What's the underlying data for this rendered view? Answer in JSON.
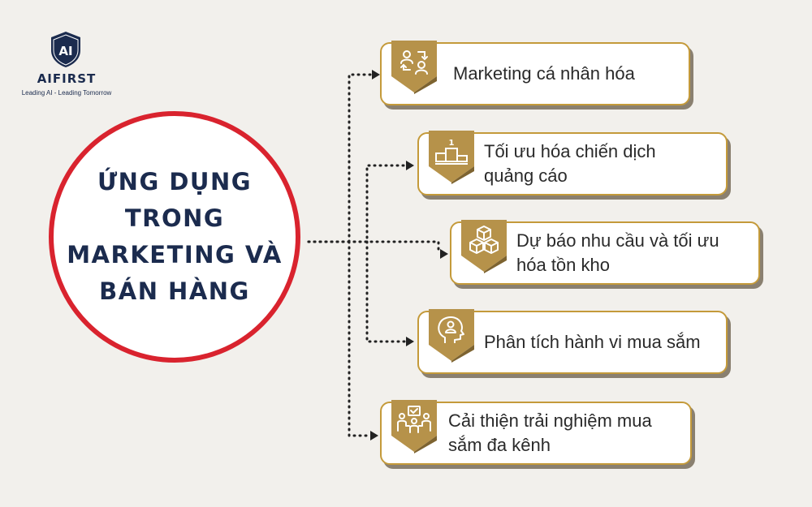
{
  "brand": {
    "name": "AIFIRST",
    "mark": "AI",
    "tagline": "Leading AI - Leading Tomorrow",
    "color": "#1b2b4e"
  },
  "hub": {
    "title": "ỨNG DỤNG\nTRONG\nMARKETING VÀ\nBÁN HÀNG",
    "border_color": "#d9232e"
  },
  "colors": {
    "card_border": "#c49a3a",
    "badge_fill": "#b6924a",
    "badge_dark": "#7d6330",
    "line": "#222222"
  },
  "items": [
    {
      "label": "Marketing cá nhân hóa",
      "icon": "people-exchange-icon"
    },
    {
      "label": "Tối ưu hóa chiến dịch\nquảng cáo",
      "icon": "podium-icon"
    },
    {
      "label": "Dự báo nhu cầu và tối ưu\nhóa tồn kho",
      "icon": "boxes-icon"
    },
    {
      "label": "Phân tích hành vi mua sắm",
      "icon": "head-person-icon"
    },
    {
      "label": "Cải thiện trải nghiệm mua\nsắm đa kênh",
      "icon": "team-check-icon"
    }
  ]
}
